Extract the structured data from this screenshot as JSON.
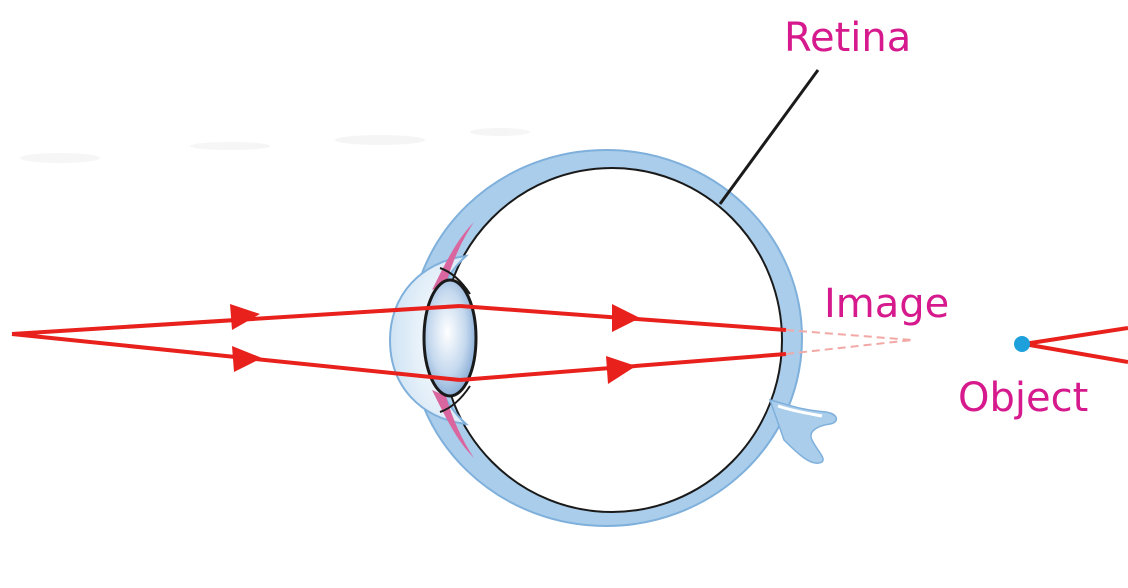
{
  "labels": {
    "retina": "Retina",
    "image": "Image",
    "object": "Object"
  },
  "colors": {
    "label": "#d6198c",
    "ray": "#e8211d",
    "sclera": "#a9cdea",
    "iris": "#d9669f",
    "lens": "#8fb4da",
    "object_point": "#1ea0dc",
    "outline": "#1a1a1a"
  }
}
